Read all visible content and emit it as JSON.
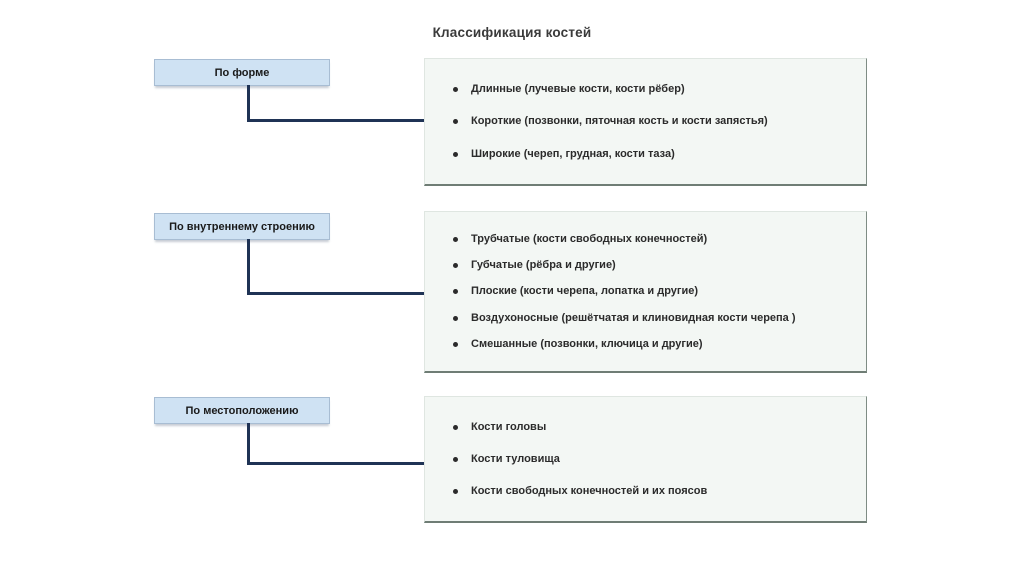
{
  "slide": {
    "title": "Классификация костей",
    "colors": {
      "label_fill": "#cfe2f3",
      "label_border": "#a8bdd3",
      "content_fill": "#f3f7f4",
      "content_border": "#dfe6e1",
      "connector": "#1f3355",
      "text": "#2b2b2b",
      "background": "#ffffff"
    }
  },
  "groups": [
    {
      "label": "По форме",
      "items": [
        "Длинные (лучевые кости, кости рёбер)",
        "Короткие (позвонки, пяточная кость и кости запястья)",
        "Широкие (череп, грудная, кости таза)"
      ]
    },
    {
      "label": "По внутреннему строению",
      "items": [
        "Трубчатые (кости свободных конечностей)",
        "Губчатые (рёбра и другие)",
        "Плоские (кости черепа, лопатка и другие)",
        "Воздухоносные (решётчатая и клиновидная кости черепа )",
        "Смешанные (позвонки, ключица и другие)"
      ]
    },
    {
      "label": "По местоположению",
      "items": [
        "Кости головы",
        "Кости туловища",
        "Кости свободных конечностей и их поясов"
      ]
    }
  ]
}
